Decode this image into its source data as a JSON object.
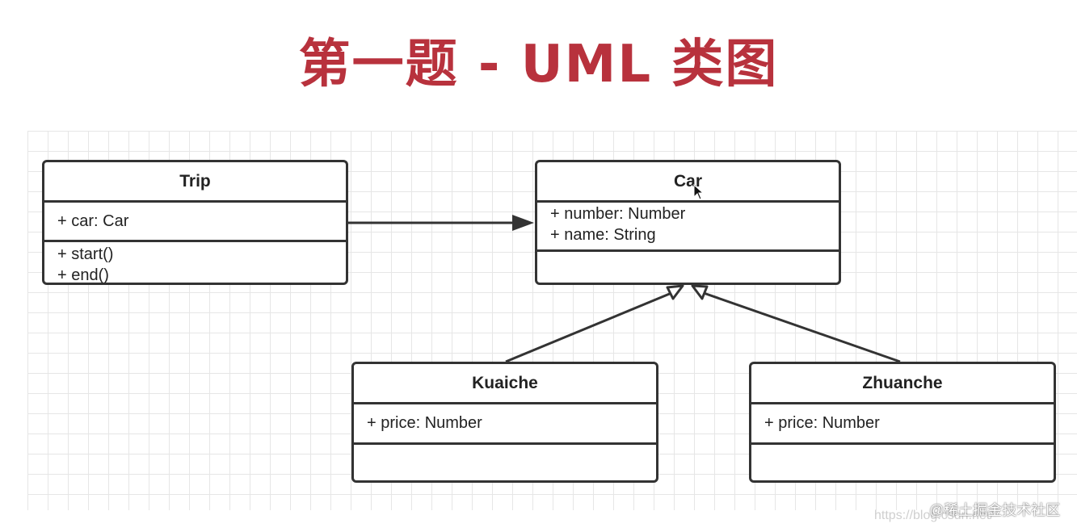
{
  "title": "第一题 - UML 类图",
  "classes": {
    "trip": {
      "name": "Trip",
      "attributes": [
        "+ car: Car"
      ],
      "operations": [
        "+ start()",
        "+ end()"
      ]
    },
    "car": {
      "name": "Car",
      "attributes": [
        "+ number: Number",
        "+ name: String"
      ],
      "operations": []
    },
    "kuaiche": {
      "name": "Kuaiche",
      "attributes": [
        "+ price: Number"
      ],
      "operations": []
    },
    "zhuanche": {
      "name": "Zhuanche",
      "attributes": [
        "+ price: Number"
      ],
      "operations": []
    }
  },
  "relations": [
    {
      "from": "Trip",
      "to": "Car",
      "type": "association"
    },
    {
      "from": "Kuaiche",
      "to": "Car",
      "type": "generalization"
    },
    {
      "from": "Zhuanche",
      "to": "Car",
      "type": "generalization"
    }
  ],
  "watermark": "@稀土掘金技术社区",
  "url_fragment": "https://blog.csdn.net/"
}
